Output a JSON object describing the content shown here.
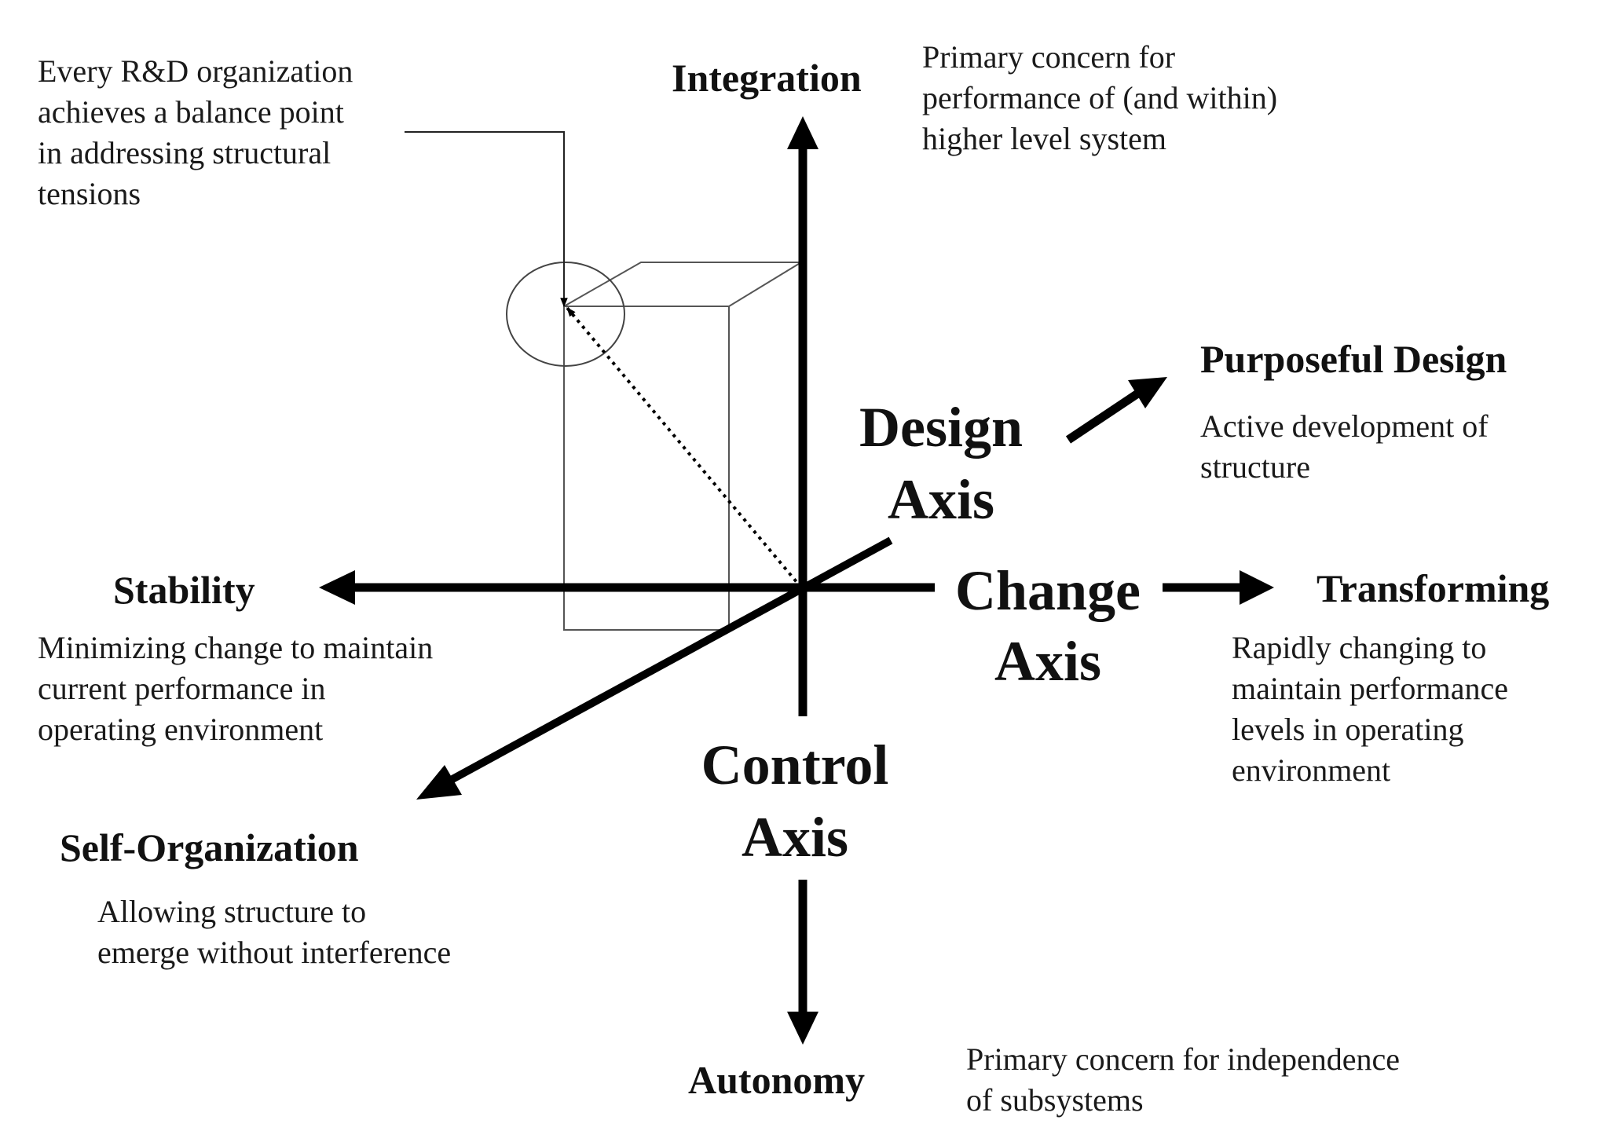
{
  "callout": {
    "lines": [
      "Every R&D organization",
      "achieves a balance point",
      "in addressing structural",
      "tensions"
    ]
  },
  "integration": {
    "label": "Integration",
    "desc": [
      "Primary concern for",
      "performance of (and within)",
      "higher level system"
    ]
  },
  "purposeful_design": {
    "label": "Purposeful Design",
    "desc": [
      "Active development of",
      "structure"
    ]
  },
  "design_axis": {
    "line1": "Design",
    "line2": "Axis"
  },
  "stability": {
    "label": "Stability",
    "desc": [
      "Minimizing change to maintain",
      "current performance in",
      "operating environment"
    ]
  },
  "change_axis": {
    "line1": "Change",
    "line2": "Axis"
  },
  "transforming": {
    "label": "Transforming",
    "desc": [
      "Rapidly changing to",
      "maintain performance",
      "levels in operating",
      "environment"
    ]
  },
  "control_axis": {
    "line1": "Control",
    "line2": "Axis"
  },
  "self_organization": {
    "label": "Self-Organization",
    "desc": [
      "Allowing structure to",
      "emerge without interference"
    ]
  },
  "autonomy": {
    "label": "Autonomy",
    "desc": [
      "Primary concern for independence",
      "of subsystems"
    ]
  }
}
